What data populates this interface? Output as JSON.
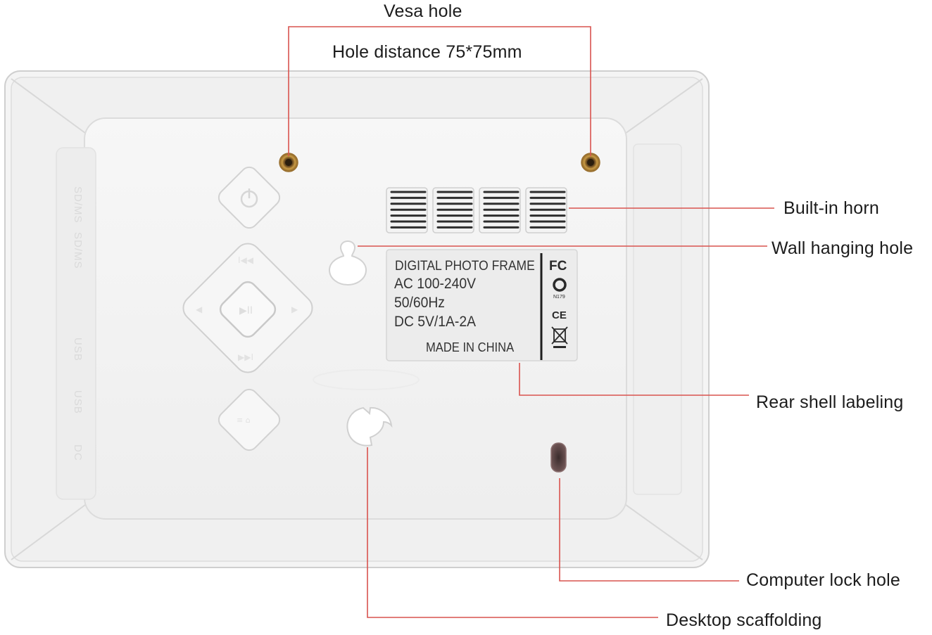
{
  "colors": {
    "leader_line": "#d9534f",
    "frame_body": "#f2f2f2",
    "frame_outline": "#c8c8c8",
    "screw": "#b8842f",
    "label_bg": "#ececec"
  },
  "callouts": {
    "vesa_hole": "Vesa hole",
    "hole_distance": "Hole distance 75*75mm",
    "built_in_horn": "Built-in horn",
    "wall_hanging_hole": "Wall hanging hole",
    "rear_shell_labeling": "Rear shell labeling",
    "computer_lock_hole": "Computer lock hole",
    "desktop_scaffolding": "Desktop scaffolding"
  },
  "rear_label": {
    "title": "DIGITAL PHOTO FRAME",
    "line_ac": "AC 100-240V",
    "line_freq": "50/60Hz",
    "line_dc": "DC 5V/1A-2A",
    "made_in": "MADE IN CHINA",
    "marks": {
      "fcc": "FC",
      "c_tick": "C",
      "n_code": "N179",
      "ce": "CE"
    }
  },
  "side_ports": {
    "port_1": "SD/MS",
    "port_2": "SD/MS",
    "port_3": "USB",
    "port_4": "USB",
    "port_5": "DC"
  }
}
